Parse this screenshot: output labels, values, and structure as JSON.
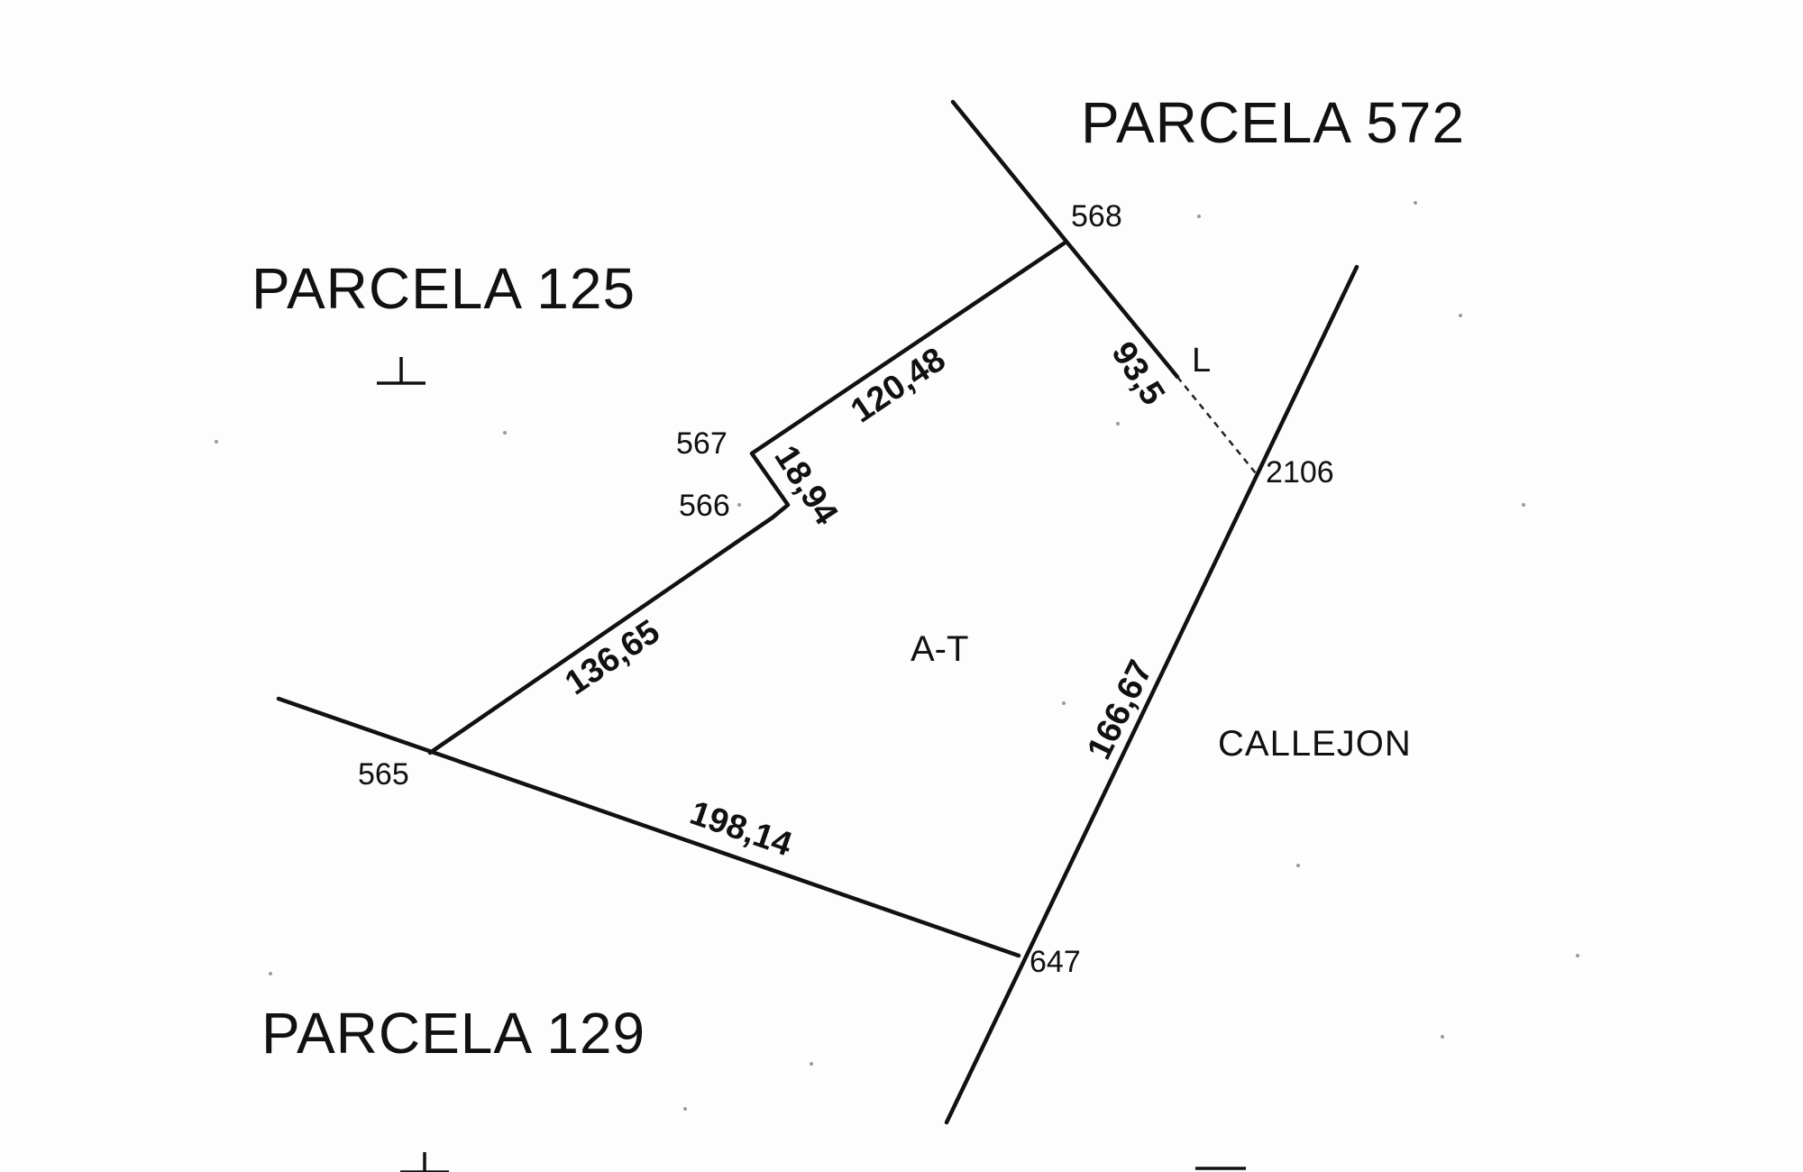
{
  "parcels": {
    "north": "PARCELA 572",
    "west": "PARCELA 125",
    "south": "PARCELA 129",
    "east": "CALLEJON",
    "center": "A-T"
  },
  "vertices": {
    "v568": "568",
    "v567": "567",
    "v566": "566",
    "v565": "565",
    "v647": "647",
    "v2106": "2106"
  },
  "dimensions": {
    "d568_567": "120,48",
    "d567_566": "18,94",
    "d566_565": "136,65",
    "d565_647": "198,14",
    "d647_2106": "166,67",
    "d568_2106": "93,5"
  },
  "marker_letter": "L",
  "colors": {
    "line": "#111111",
    "background": "#fdfdfd"
  }
}
